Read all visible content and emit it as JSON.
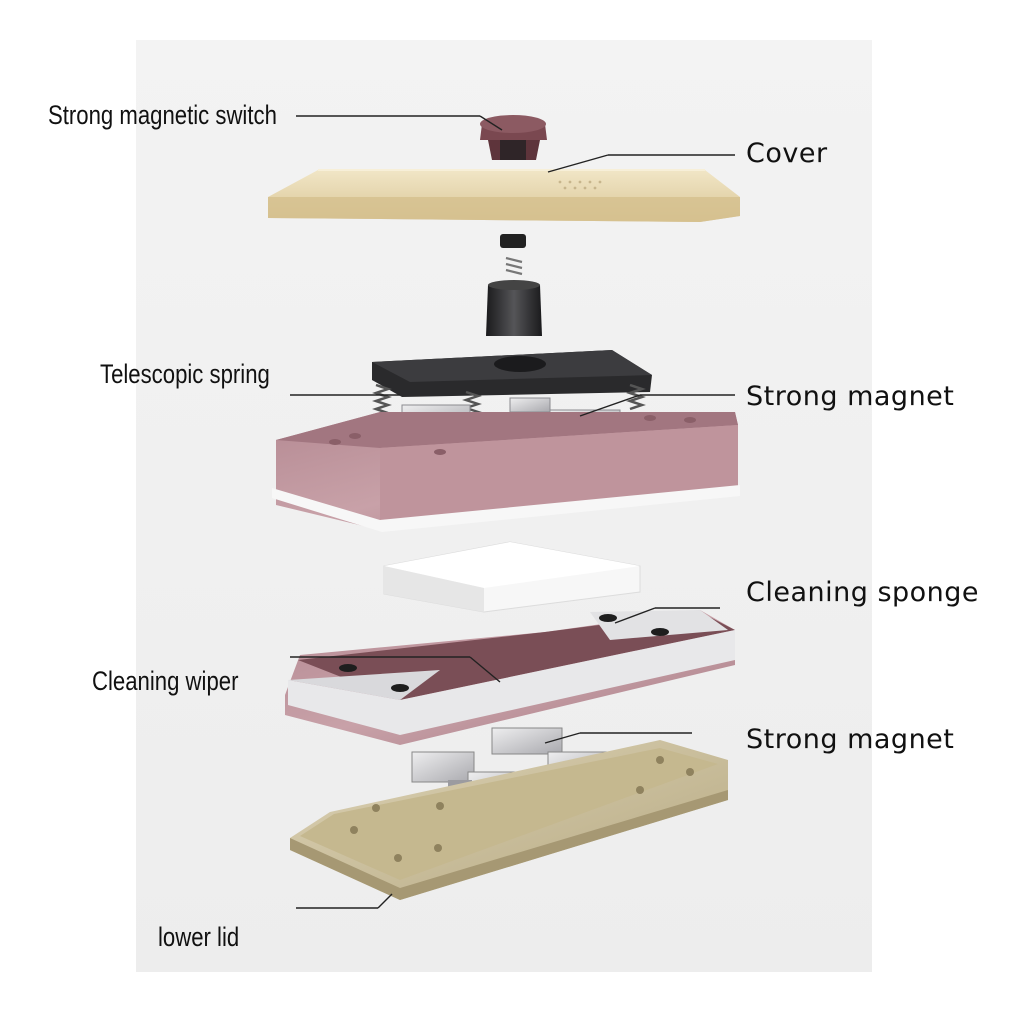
{
  "labels": {
    "strong_magnetic_switch": "Strong magnetic switch",
    "cover": "Cover",
    "telescopic_spring": "Telescopic spring",
    "strong_magnet_upper": "Strong magnet",
    "cleaning_sponge": "Cleaning sponge",
    "cleaning_wiper": "Cleaning wiper",
    "strong_magnet_lower": "Strong magnet",
    "lower_lid": "lower lid"
  },
  "colors": {
    "background": "#ededed",
    "cover_gold": "#e6d6ad",
    "housing_rose": "#b98d96",
    "knob_maroon": "#6e3f46",
    "magnet_silver": "#c8c8cc",
    "lower_lid_champagne": "#cbbf9c",
    "frame_black": "#2a2a2c",
    "sponge_white": "#f7f7f7",
    "leader_line": "#222222"
  }
}
